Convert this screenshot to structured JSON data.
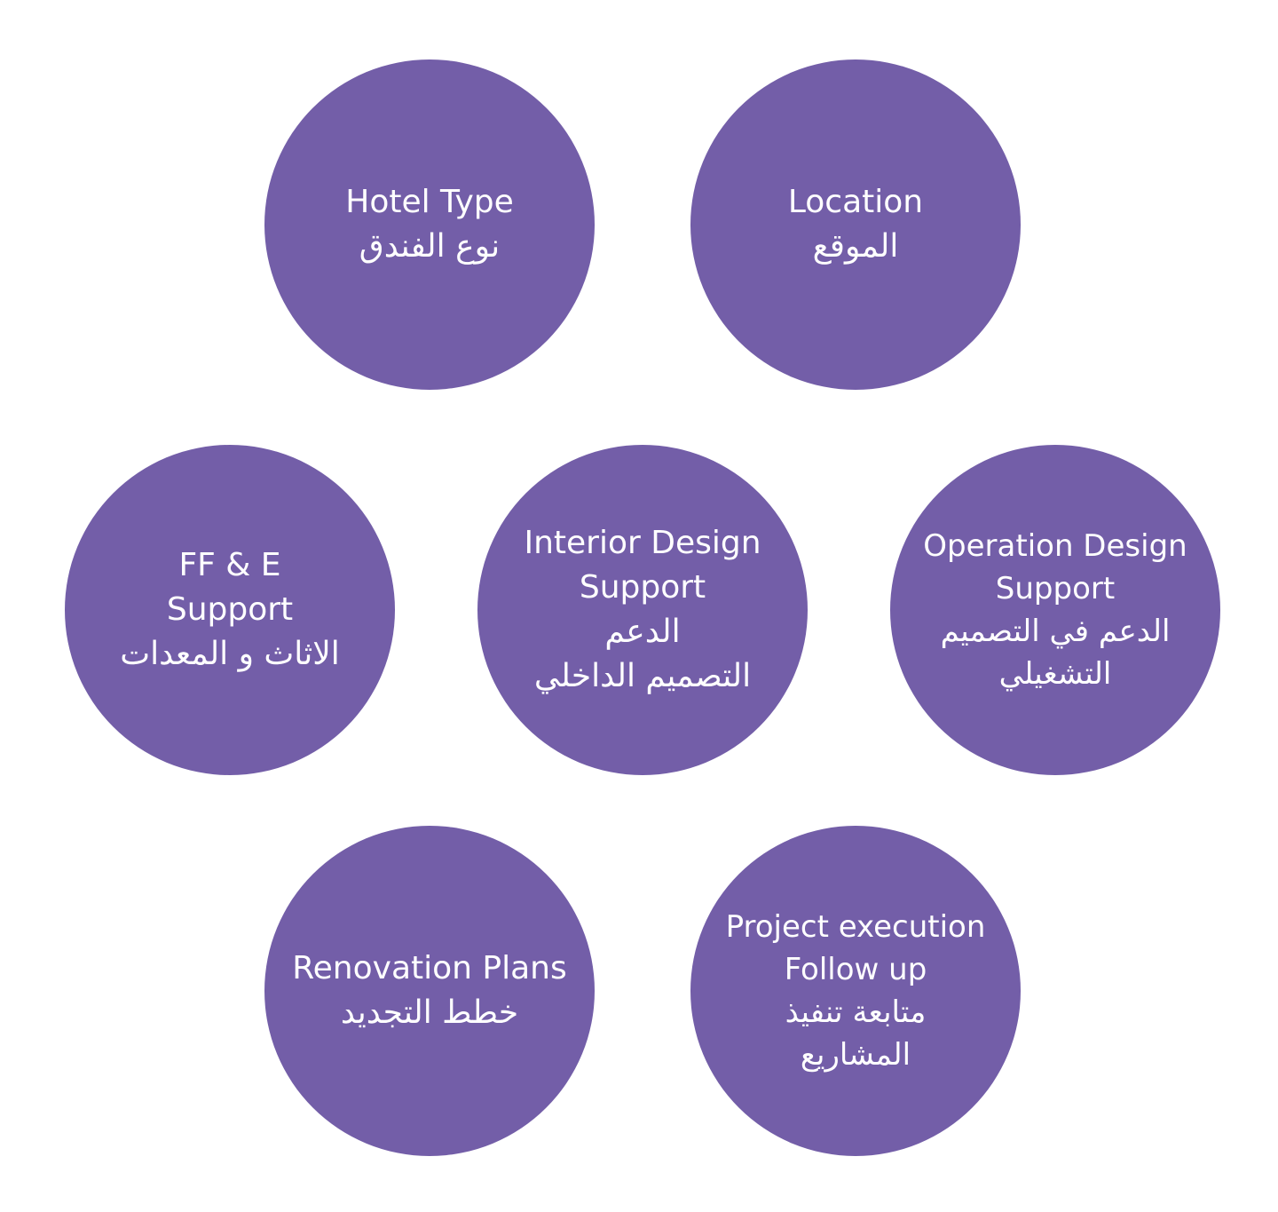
{
  "diagram": {
    "node_color": "#735ea8",
    "text_color": "#ffffff",
    "nodes": [
      {
        "lines": [
          "Hotel Type",
          "نوع الفندق"
        ]
      },
      {
        "lines": [
          "Location",
          "الموقع"
        ]
      },
      {
        "lines": [
          "FF & E",
          "Support",
          "الاثاث و المعدات"
        ]
      },
      {
        "lines": [
          "Interior Design",
          "Support",
          "الدعم",
          "التصميم الداخلي"
        ]
      },
      {
        "lines": [
          "Operation Design",
          "Support",
          "الدعم في التصميم",
          "التشغيلي"
        ]
      },
      {
        "lines": [
          "Renovation Plans",
          "خطط التجديد"
        ]
      },
      {
        "lines": [
          "Project execution",
          "Follow up",
          "متابعة تنفيذ",
          "المشاريع"
        ]
      }
    ]
  }
}
